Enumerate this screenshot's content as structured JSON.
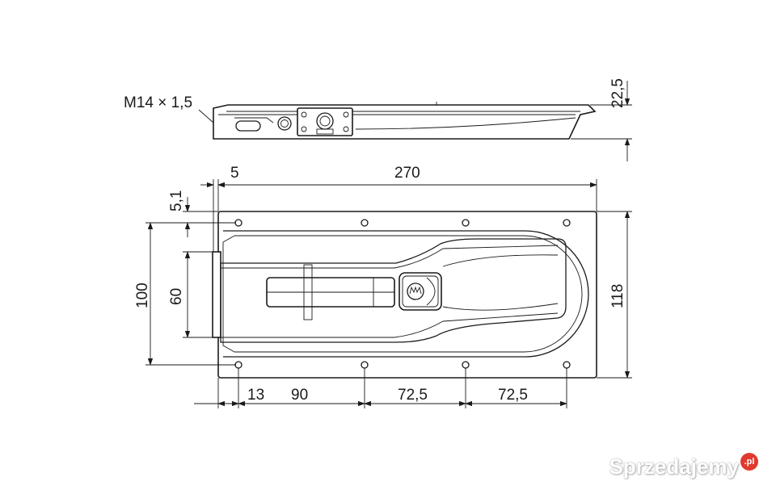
{
  "side_view": {
    "thread_label": "M14 × 1,5",
    "height_dim": "22,5"
  },
  "top_view": {
    "dim_offset_5": "5",
    "dim_length_270": "270",
    "dim_edge_5_1": "5,1",
    "dim_width_100": "100",
    "dim_width_60": "60",
    "dim_width_118": "118",
    "dim_13": "13",
    "dim_90": "90",
    "dim_72_5_a": "72,5",
    "dim_72_5_b": "72,5"
  },
  "watermark": {
    "text": "Sprzedajemy",
    "badge": ".pl"
  }
}
